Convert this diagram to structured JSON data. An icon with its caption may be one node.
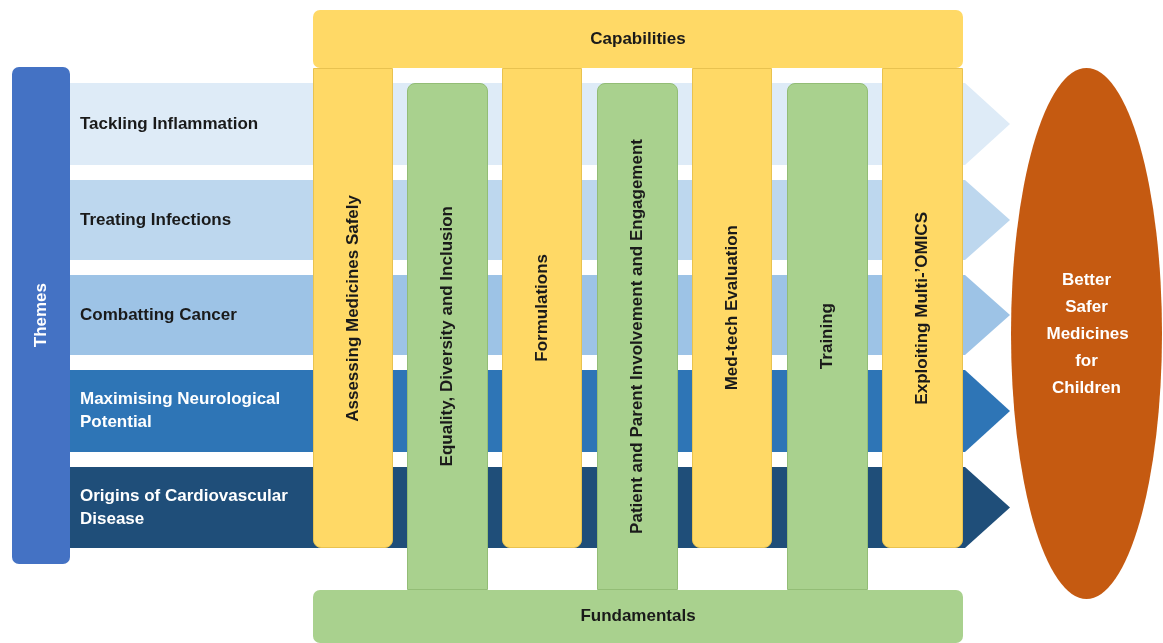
{
  "diagram": {
    "nodes": [
      {
        "text": [
          "Themes"
        ]
      },
      {
        "text": [
          "Tackling Inflammation"
        ]
      },
      {
        "text": [
          "Treating Infections"
        ]
      },
      {
        "text": [
          "Combatting Cancer"
        ]
      },
      {
        "text": [
          "Maximising Neurological Potential"
        ]
      },
      {
        "text": [
          "Origins of Cardiovascular Disease"
        ]
      },
      {
        "text": [
          "Capabilities"
        ]
      },
      {
        "text": [
          "Assessing Medicines Safely"
        ]
      },
      {
        "text": [
          "Formulations"
        ]
      },
      {
        "text": [
          "Med-tech Evaluation"
        ]
      },
      {
        "text": [
          "Exploiting Multi-’OMICS"
        ]
      },
      {
        "text": [
          "Equality, Diversity and Inclusion"
        ]
      },
      {
        "text": [
          "Patient and Parent Involvement and Engagement"
        ]
      },
      {
        "text": [
          "Training"
        ]
      },
      {
        "text": [
          "Fundamentals"
        ]
      },
      {
        "text": [
          "Better Safer Medicines for Children"
        ]
      }
    ]
  }
}
